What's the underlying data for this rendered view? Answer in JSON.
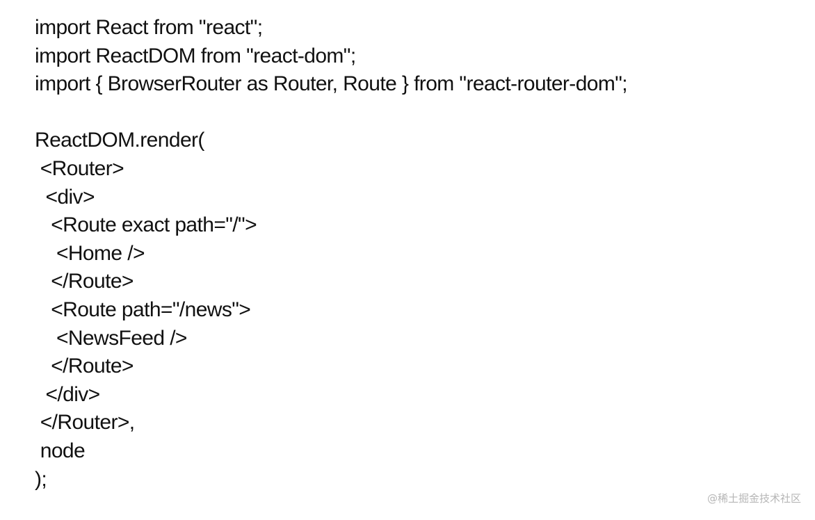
{
  "code": {
    "lines": [
      "import React from \"react\";",
      "import ReactDOM from \"react-dom\";",
      "import { BrowserRouter as Router, Route } from \"react-router-dom\";",
      "",
      "ReactDOM.render(",
      " <Router>",
      "  <div>",
      "   <Route exact path=\"/\">",
      "    <Home />",
      "   </Route>",
      "   <Route path=\"/news\">",
      "    <NewsFeed />",
      "   </Route>",
      "  </div>",
      " </Router>,",
      " node",
      ");"
    ]
  },
  "watermark": {
    "text": "@稀土掘金技术社区"
  }
}
